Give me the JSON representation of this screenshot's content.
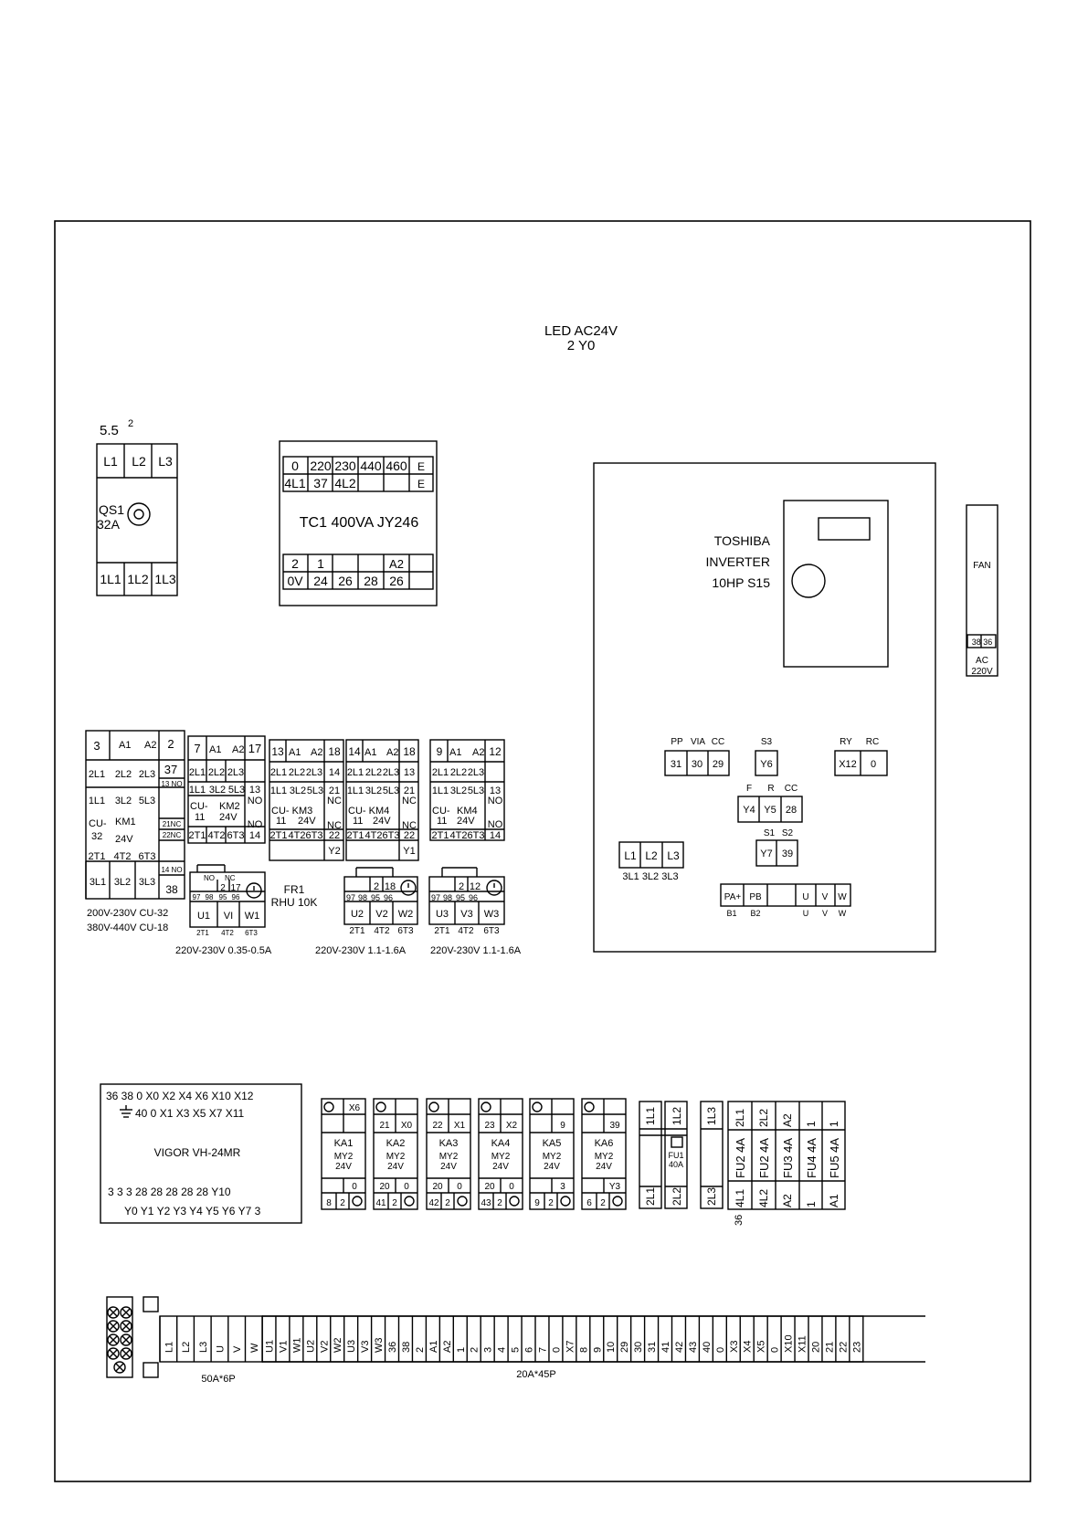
{
  "header": {
    "led_line1": "LED  AC24V",
    "led_line2": "2  Y0"
  },
  "breaker": {
    "size": "5.5",
    "size_sup": "2",
    "top": [
      "L1",
      "L2",
      "L3"
    ],
    "name": "QS1",
    "rating": "32A",
    "bottom": [
      "1L1",
      "1L2",
      "1L3"
    ]
  },
  "transformer": {
    "row1": [
      "0",
      "220",
      "230",
      "440",
      "460",
      "E"
    ],
    "row2": [
      "4L1",
      "37",
      "4L2",
      "",
      "",
      "E"
    ],
    "title": "TC1  400VA  JY246",
    "row3": [
      "2",
      "1",
      "",
      "",
      "A2",
      ""
    ],
    "row4": [
      "0V",
      "24",
      "26",
      "28",
      "26",
      ""
    ]
  },
  "inverter": {
    "brand": "TOSHIBA",
    "type": "INVERTER",
    "model": "10HP  S15",
    "pp_lbls": [
      "PP",
      "VIA",
      "CC"
    ],
    "pp_vals": [
      "31",
      "30",
      "29"
    ],
    "s3_lbl": "S3",
    "s3_val": "Y6",
    "ry_lbls": [
      "RY",
      "RC"
    ],
    "ry_vals": [
      "X12",
      "0"
    ],
    "f_lbls": [
      "F",
      "R",
      "CC"
    ],
    "f_vals": [
      "Y4",
      "Y5",
      "28"
    ],
    "s_lbls": [
      "S1",
      "S2"
    ],
    "s_vals": [
      "Y7",
      "39"
    ],
    "l_vals": [
      "L1",
      "L2",
      "L3"
    ],
    "l_sub": "3L1 3L2 3L3",
    "pa_vals": [
      "PA+",
      "PB",
      "",
      "U",
      "V",
      "W"
    ],
    "pa_sub": [
      "B1",
      "B2",
      "U",
      "V",
      "W"
    ]
  },
  "fan": {
    "label": "FAN",
    "terms": "38 36",
    "ac1": "AC",
    "ac2": "220V"
  },
  "km1": {
    "tl": "3",
    "a1": "A1",
    "a2": "A2",
    "tr": "2",
    "r37": "37",
    "no13": "13 NO",
    "line1": [
      "2L1",
      "2L2",
      "2L3"
    ],
    "line2": [
      "1L1",
      "3L2",
      "5L3"
    ],
    "cu": "CU-",
    "name": "KM1",
    "num": "32",
    "volt": "24V",
    "nc21": "21NC",
    "nc22": "22NC",
    "no14": "14 NO",
    "line3": [
      "2T1",
      "4T2",
      "6T3"
    ],
    "line4": [
      "3L1",
      "3L2",
      "3L3"
    ],
    "r38": "38",
    "note1": "200V-230V  CU-32",
    "note2": "380V-440V  CU-18"
  },
  "km2": {
    "tl": "7",
    "a1": "A1",
    "a2": "A2",
    "tr": "17",
    "line1": [
      "2L1",
      "2L2",
      "2L3"
    ],
    "line2": [
      "1L1",
      "3L2",
      "5L3",
      "13"
    ],
    "no13": "NO",
    "cu": "CU-",
    "cu_num": "11",
    "name": "KM2",
    "volt": "24V",
    "no14": "NO",
    "r14": "14",
    "line3": [
      "2T1",
      "4T2",
      "6T3"
    ],
    "fr_no": "NO",
    "fr_nc": "NC",
    "fr_r1": [
      "2",
      "17"
    ],
    "fr_r2": [
      "97",
      "98",
      "95",
      "96"
    ],
    "fr_bot": [
      "U1",
      "VI",
      "W1"
    ],
    "fr_sub": [
      "2T1",
      "4T2",
      "6T3"
    ],
    "fr_label1": "FR1",
    "fr_label2": "RHU 10K",
    "note": "220V-230V  0.35-0.5A"
  },
  "km3": {
    "tl": "13",
    "a1": "A1",
    "a2": "A2",
    "tr": "18",
    "line1": [
      "2L1",
      "2L2",
      "2L3",
      "14"
    ],
    "line2": [
      "1L1",
      "3L2",
      "5L3",
      "21"
    ],
    "nc21": "NC",
    "cu": "CU- KM3",
    "cu_num": "11",
    "volt": "24V",
    "nc22": "NC",
    "line3": [
      "2T1",
      "4T2",
      "6T3",
      "22"
    ],
    "yv": "Y2",
    "fr_r1": [
      "2",
      "18"
    ],
    "fr_r2": [
      "97",
      "98",
      "95",
      "96"
    ],
    "fr_bot": [
      "U2",
      "V2",
      "W2"
    ],
    "fr_sub": [
      "2T1",
      "4T2",
      "6T3"
    ],
    "note": "220V-230V  1.1-1.6A"
  },
  "km4a": {
    "tl": "14",
    "a1": "A1",
    "a2": "A2",
    "tr": "18",
    "line1": [
      "2L1",
      "2L2",
      "2L3",
      "13"
    ],
    "line2": [
      "1L1",
      "3L2",
      "5L3",
      "21"
    ],
    "nc21": "NC",
    "cu": "CU- KM4",
    "cu_num": "11",
    "volt": "24V",
    "nc22": "NC",
    "line3": [
      "2T1",
      "4T2",
      "6T3",
      "22"
    ],
    "yv": "Y1"
  },
  "km4b": {
    "tl": "9",
    "a1": "A1",
    "a2": "A2",
    "tr": "12",
    "line1": [
      "2L1",
      "2L2",
      "2L3"
    ],
    "line2": [
      "1L1",
      "3L2",
      "5L3",
      "13"
    ],
    "no13": "NO",
    "cu": "CU-",
    "cu_num": "11",
    "name": "KM4",
    "volt": "24V",
    "no14": "NO",
    "line3": [
      "2T1",
      "4T2",
      "6T3",
      "14"
    ],
    "fr_r1": [
      "2",
      "12"
    ],
    "fr_r2": [
      "97",
      "98",
      "95",
      "96"
    ],
    "fr_bot": [
      "U3",
      "V3",
      "W3"
    ],
    "fr_sub": [
      "2T1",
      "4T2",
      "6T3"
    ],
    "note": "220V-230V  1.1-1.6A"
  },
  "plc": {
    "row1": "36 38  0  X0  X2  X4  X6  X10  X12",
    "row2": "40  0  X1  X3  X5  X7  X11",
    "title": "VIGOR  VH-24MR",
    "row3": "3    3    3     28  28  28  28  28       Y10",
    "row4": "Y0  Y1  Y2  Y3  Y4  Y5  Y6  Y7  3"
  },
  "relays": [
    {
      "t": [
        "",
        "X6"
      ],
      "u": [
        "",
        ""
      ],
      "name": "KA1",
      "m": "MY2",
      "v": "24V",
      "b": [
        "",
        "0"
      ],
      "c": [
        "8",
        "2",
        ""
      ]
    },
    {
      "t": [
        "",
        ""
      ],
      "u": [
        "21",
        "X0"
      ],
      "name": "KA2",
      "m": "MY2",
      "v": "24V",
      "b": [
        "20",
        "0"
      ],
      "c": [
        "41",
        "2",
        ""
      ]
    },
    {
      "t": [
        "",
        ""
      ],
      "u": [
        "22",
        "X1"
      ],
      "name": "KA3",
      "m": "MY2",
      "v": "24V",
      "b": [
        "20",
        "0"
      ],
      "c": [
        "42",
        "2",
        ""
      ]
    },
    {
      "t": [
        "",
        ""
      ],
      "u": [
        "23",
        "X2"
      ],
      "name": "KA4",
      "m": "MY2",
      "v": "24V",
      "b": [
        "20",
        "0"
      ],
      "c": [
        "43",
        "2",
        ""
      ]
    },
    {
      "t": [
        "",
        ""
      ],
      "u": [
        "",
        "9"
      ],
      "name": "KA5",
      "m": "MY2",
      "v": "24V",
      "b": [
        "",
        "3"
      ],
      "c": [
        "9",
        "2",
        ""
      ]
    },
    {
      "t": [
        "",
        ""
      ],
      "u": [
        "",
        "39"
      ],
      "name": "KA6",
      "m": "MY2",
      "v": "24V",
      "b": [
        "",
        "Y3"
      ],
      "c": [
        "6",
        "2",
        ""
      ]
    }
  ],
  "fuses": {
    "f1_top": "1L1",
    "f1_bot": "2L1",
    "f2_top": "1L2",
    "f2_mid1": "FU1",
    "f2_mid2": "40A",
    "f2_bot": "2L2",
    "f3_top": "1L3",
    "f3_bot": "2L3",
    "cols": [
      {
        "top": "2L1",
        "mid": "FU2  4A",
        "bot": "4L1"
      },
      {
        "top": "2L2",
        "mid": "FU2  4A",
        "bot": "4L2"
      },
      {
        "top": "A2",
        "mid": "FU3  4A",
        "bot": "A2"
      },
      {
        "top": "1",
        "mid": "FU4  4A",
        "bot": "1"
      },
      {
        "top": "1",
        "mid": "FU5  4A",
        "bot": "A1"
      }
    ],
    "under": "36"
  },
  "terminals": {
    "block1": [
      "L1",
      "L2",
      "L3",
      "U",
      "V",
      "W"
    ],
    "block2": [
      "U1",
      "V1",
      "W1",
      "U2",
      "V2",
      "W2",
      "U3",
      "V3",
      "W3",
      "36",
      "38",
      "2",
      "A1",
      "A2",
      "1",
      "2",
      "3",
      "4",
      "5",
      "6",
      "7",
      "0",
      "X7",
      "8",
      "9",
      "10",
      "29",
      "30",
      "31",
      "41",
      "42",
      "43",
      "40",
      "0",
      "X3",
      "X4",
      "X5",
      "0",
      "X10",
      "X11",
      "20",
      "21",
      "22",
      "23"
    ],
    "label1": "50A*6P",
    "label2": "20A*45P"
  }
}
